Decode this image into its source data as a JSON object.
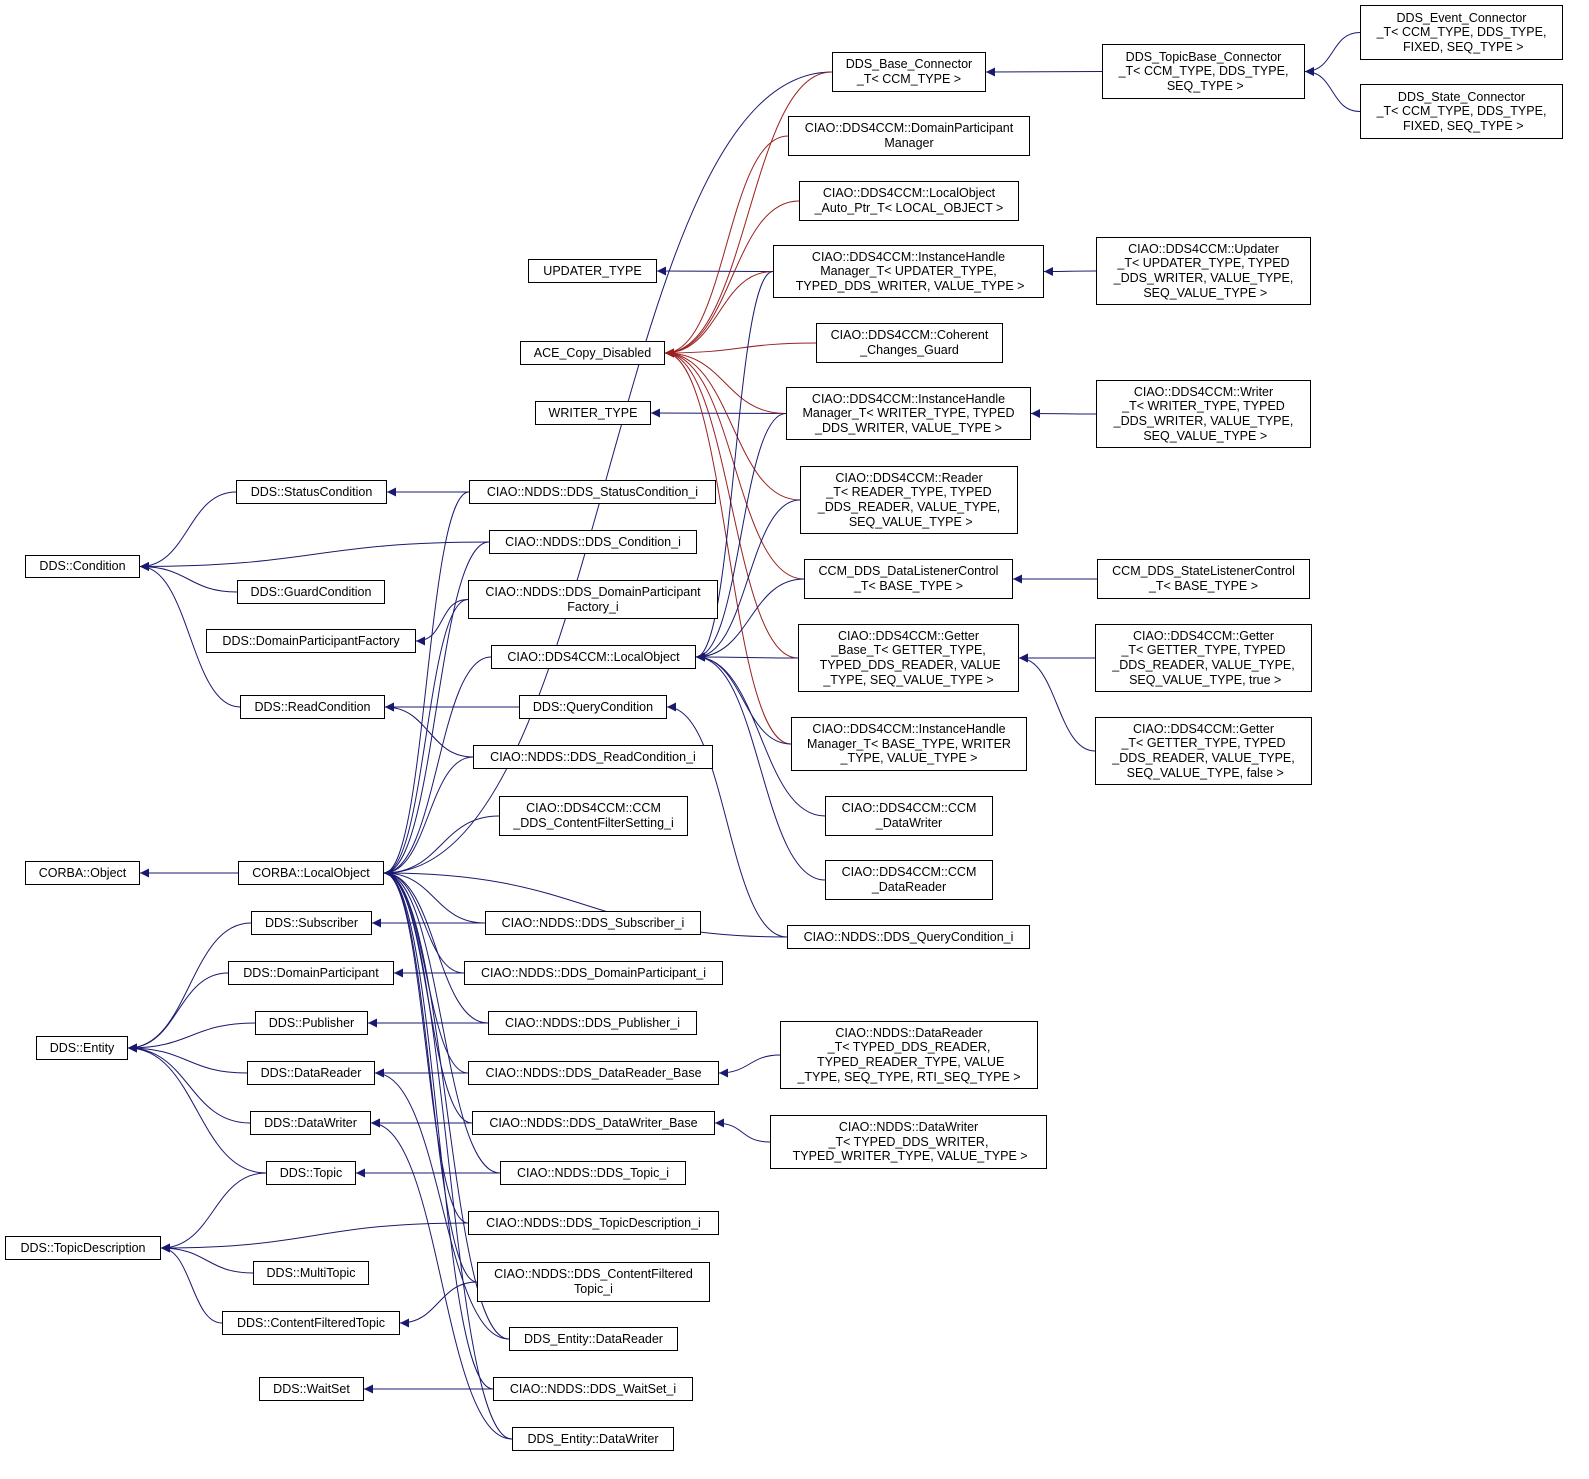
{
  "colors": {
    "inheritance": "#191970",
    "usage": "#9a2020",
    "node_border": "#000000"
  },
  "nodes": {
    "dds_condition": "DDS::Condition",
    "dds_statuscondition": "DDS::StatusCondition",
    "dds_guardcondition": "DDS::GuardCondition",
    "dds_dpfactory": "DDS::DomainParticipantFactory",
    "dds_readcondition": "DDS::ReadCondition",
    "corba_object": "CORBA::Object",
    "corba_localobject": "CORBA::LocalObject",
    "dds_subscriber": "DDS::Subscriber",
    "dds_domainparticipant": "DDS::DomainParticipant",
    "dds_publisher": "DDS::Publisher",
    "dds_entity": "DDS::Entity",
    "dds_datareader": "DDS::DataReader",
    "dds_datawriter": "DDS::DataWriter",
    "dds_topic": "DDS::Topic",
    "dds_topicdescription": "DDS::TopicDescription",
    "dds_multitopic": "DDS::MultiTopic",
    "dds_cftopic": "DDS::ContentFilteredTopic",
    "dds_waitset": "DDS::WaitSet",
    "updater_type": "UPDATER_TYPE",
    "ace_copy_disabled": "ACE_Copy_Disabled",
    "writer_type": "WRITER_TYPE",
    "ndds_statuscondition_i": "CIAO::NDDS::DDS_StatusCondition_i",
    "ndds_condition_i": "CIAO::NDDS::DDS_Condition_i",
    "ndds_dpfactory_i": "CIAO::NDDS::DDS_DomainParticipant\nFactory_i",
    "dds4ccm_localobject": "CIAO::DDS4CCM::LocalObject",
    "dds_querycondition": "DDS::QueryCondition",
    "ndds_readcondition_i": "CIAO::NDDS::DDS_ReadCondition_i",
    "ccm_cfsetting_i": "CIAO::DDS4CCM::CCM\n_DDS_ContentFilterSetting_i",
    "ndds_subscriber_i": "CIAO::NDDS::DDS_Subscriber_i",
    "ndds_domainparticipant_i": "CIAO::NDDS::DDS_DomainParticipant_i",
    "ndds_publisher_i": "CIAO::NDDS::DDS_Publisher_i",
    "ndds_datareader_base": "CIAO::NDDS::DDS_DataReader_Base",
    "ndds_datawriter_base": "CIAO::NDDS::DDS_DataWriter_Base",
    "ndds_topic_i": "CIAO::NDDS::DDS_Topic_i",
    "ndds_topicdescription_i": "CIAO::NDDS::DDS_TopicDescription_i",
    "ndds_cftopic_i": "CIAO::NDDS::DDS_ContentFiltered\nTopic_i",
    "entity_datareader": "DDS_Entity::DataReader",
    "ndds_waitset_i": "CIAO::NDDS::DDS_WaitSet_i",
    "entity_datawriter": "DDS_Entity::DataWriter",
    "dds_base_connector": "DDS_Base_Connector\n_T< CCM_TYPE >",
    "dp_manager": "CIAO::DDS4CCM::DomainParticipant\nManager",
    "lo_auto_ptr": "CIAO::DDS4CCM::LocalObject\n_Auto_Ptr_T< LOCAL_OBJECT >",
    "ihm_updater": "CIAO::DDS4CCM::InstanceHandle\nManager_T< UPDATER_TYPE,\n TYPED_DDS_WRITER, VALUE_TYPE >",
    "coherent_guard": "CIAO::DDS4CCM::Coherent\n_Changes_Guard",
    "ihm_writer": "CIAO::DDS4CCM::InstanceHandle\nManager_T< WRITER_TYPE, TYPED\n_DDS_WRITER, VALUE_TYPE >",
    "reader_t": "CIAO::DDS4CCM::Reader\n_T< READER_TYPE, TYPED\n_DDS_READER, VALUE_TYPE,\n SEQ_VALUE_TYPE >",
    "data_listener_ctrl": "CCM_DDS_DataListenerControl\n_T< BASE_TYPE >",
    "getter_base": "CIAO::DDS4CCM::Getter\n_Base_T< GETTER_TYPE,\n TYPED_DDS_READER, VALUE\n_TYPE, SEQ_VALUE_TYPE >",
    "ihm_base": "CIAO::DDS4CCM::InstanceHandle\nManager_T< BASE_TYPE, WRITER\n_TYPE, VALUE_TYPE >",
    "ccm_datawriter": "CIAO::DDS4CCM::CCM\n_DataWriter",
    "ccm_datareader": "CIAO::DDS4CCM::CCM\n_DataReader",
    "ndds_querycondition_i": "CIAO::NDDS::DDS_QueryCondition_i",
    "ndds_datareader_t": "CIAO::NDDS::DataReader\n_T< TYPED_DDS_READER,\n TYPED_READER_TYPE, VALUE\n_TYPE, SEQ_TYPE, RTI_SEQ_TYPE >",
    "ndds_datawriter_t": "CIAO::NDDS::DataWriter\n_T< TYPED_DDS_WRITER,\n TYPED_WRITER_TYPE, VALUE_TYPE >",
    "topicbase_connector": "DDS_TopicBase_Connector\n_T< CCM_TYPE, DDS_TYPE,\n SEQ_TYPE >",
    "updater_t": "CIAO::DDS4CCM::Updater\n_T< UPDATER_TYPE, TYPED\n_DDS_WRITER, VALUE_TYPE,\n SEQ_VALUE_TYPE >",
    "writer_t": "CIAO::DDS4CCM::Writer\n_T< WRITER_TYPE, TYPED\n_DDS_WRITER, VALUE_TYPE,\n SEQ_VALUE_TYPE >",
    "state_listener_ctrl": "CCM_DDS_StateListenerControl\n_T< BASE_TYPE >",
    "getter_true": "CIAO::DDS4CCM::Getter\n_T< GETTER_TYPE, TYPED\n_DDS_READER, VALUE_TYPE,\n SEQ_VALUE_TYPE, true >",
    "getter_false": "CIAO::DDS4CCM::Getter\n_T< GETTER_TYPE, TYPED\n_DDS_READER, VALUE_TYPE,\n SEQ_VALUE_TYPE, false >",
    "event_connector": "DDS_Event_Connector\n_T< CCM_TYPE, DDS_TYPE,\n FIXED, SEQ_TYPE >",
    "state_connector": "DDS_State_Connector\n_T< CCM_TYPE, DDS_TYPE,\n FIXED, SEQ_TYPE >"
  },
  "edges": [
    {
      "from": "dds_statuscondition",
      "to": "dds_condition",
      "kind": "inherit"
    },
    {
      "from": "ndds_condition_i",
      "to": "dds_condition",
      "kind": "inherit"
    },
    {
      "from": "dds_guardcondition",
      "to": "dds_condition",
      "kind": "inherit"
    },
    {
      "from": "dds_readcondition",
      "to": "dds_condition",
      "kind": "inherit"
    },
    {
      "from": "ndds_statuscondition_i",
      "to": "dds_statuscondition",
      "kind": "inherit"
    },
    {
      "from": "ndds_dpfactory_i",
      "to": "dds_dpfactory",
      "kind": "inherit"
    },
    {
      "from": "dds_querycondition",
      "to": "dds_readcondition",
      "kind": "inherit"
    },
    {
      "from": "ndds_readcondition_i",
      "to": "dds_readcondition",
      "kind": "inherit"
    },
    {
      "from": "corba_localobject",
      "to": "corba_object",
      "kind": "inherit"
    },
    {
      "from": "dds_subscriber",
      "to": "dds_entity",
      "kind": "inherit"
    },
    {
      "from": "dds_domainparticipant",
      "to": "dds_entity",
      "kind": "inherit"
    },
    {
      "from": "dds_publisher",
      "to": "dds_entity",
      "kind": "inherit"
    },
    {
      "from": "dds_datareader",
      "to": "dds_entity",
      "kind": "inherit"
    },
    {
      "from": "dds_datawriter",
      "to": "dds_entity",
      "kind": "inherit"
    },
    {
      "from": "dds_topic",
      "to": "dds_entity",
      "kind": "inherit"
    },
    {
      "from": "dds_topic",
      "to": "dds_topicdescription",
      "kind": "inherit"
    },
    {
      "from": "ndds_topicdescription_i",
      "to": "dds_topicdescription",
      "kind": "inherit"
    },
    {
      "from": "dds_multitopic",
      "to": "dds_topicdescription",
      "kind": "inherit"
    },
    {
      "from": "dds_cftopic",
      "to": "dds_topicdescription",
      "kind": "inherit"
    },
    {
      "from": "ndds_cftopic_i",
      "to": "dds_cftopic",
      "kind": "inherit"
    },
    {
      "from": "ndds_waitset_i",
      "to": "dds_waitset",
      "kind": "inherit"
    },
    {
      "from": "ndds_subscriber_i",
      "to": "dds_subscriber",
      "kind": "inherit"
    },
    {
      "from": "ndds_domainparticipant_i",
      "to": "dds_domainparticipant",
      "kind": "inherit"
    },
    {
      "from": "ndds_publisher_i",
      "to": "dds_publisher",
      "kind": "inherit"
    },
    {
      "from": "ndds_datareader_base",
      "to": "dds_datareader",
      "kind": "inherit"
    },
    {
      "from": "entity_datareader",
      "to": "dds_datareader",
      "kind": "inherit"
    },
    {
      "from": "ndds_datawriter_base",
      "to": "dds_datawriter",
      "kind": "inherit"
    },
    {
      "from": "entity_datawriter",
      "to": "dds_datawriter",
      "kind": "inherit"
    },
    {
      "from": "ndds_topic_i",
      "to": "dds_topic",
      "kind": "inherit"
    },
    {
      "from": "dds_base_connector",
      "to": "corba_localobject",
      "kind": "inherit"
    },
    {
      "from": "ndds_statuscondition_i",
      "to": "corba_localobject",
      "kind": "inherit"
    },
    {
      "from": "ndds_condition_i",
      "to": "corba_localobject",
      "kind": "inherit"
    },
    {
      "from": "ndds_dpfactory_i",
      "to": "corba_localobject",
      "kind": "inherit"
    },
    {
      "from": "dds4ccm_localobject",
      "to": "corba_localobject",
      "kind": "inherit"
    },
    {
      "from": "ndds_readcondition_i",
      "to": "corba_localobject",
      "kind": "inherit"
    },
    {
      "from": "ccm_cfsetting_i",
      "to": "corba_localobject",
      "kind": "inherit"
    },
    {
      "from": "ndds_querycondition_i",
      "to": "corba_localobject",
      "kind": "inherit"
    },
    {
      "from": "ndds_subscriber_i",
      "to": "corba_localobject",
      "kind": "inherit"
    },
    {
      "from": "ndds_domainparticipant_i",
      "to": "corba_localobject",
      "kind": "inherit"
    },
    {
      "from": "ndds_publisher_i",
      "to": "corba_localobject",
      "kind": "inherit"
    },
    {
      "from": "ndds_datareader_base",
      "to": "corba_localobject",
      "kind": "inherit"
    },
    {
      "from": "ndds_datawriter_base",
      "to": "corba_localobject",
      "kind": "inherit"
    },
    {
      "from": "ndds_topic_i",
      "to": "corba_localobject",
      "kind": "inherit"
    },
    {
      "from": "ndds_topicdescription_i",
      "to": "corba_localobject",
      "kind": "inherit"
    },
    {
      "from": "ndds_cftopic_i",
      "to": "corba_localobject",
      "kind": "inherit"
    },
    {
      "from": "entity_datareader",
      "to": "corba_localobject",
      "kind": "inherit"
    },
    {
      "from": "ndds_waitset_i",
      "to": "corba_localobject",
      "kind": "inherit"
    },
    {
      "from": "entity_datawriter",
      "to": "corba_localobject",
      "kind": "inherit"
    },
    {
      "from": "ndds_querycondition_i",
      "to": "dds_querycondition",
      "kind": "inherit"
    },
    {
      "from": "ihm_updater",
      "to": "updater_type",
      "kind": "inherit"
    },
    {
      "from": "ihm_writer",
      "to": "writer_type",
      "kind": "inherit"
    },
    {
      "from": "dds_base_connector",
      "to": "ace_copy_disabled",
      "kind": "usage"
    },
    {
      "from": "dp_manager",
      "to": "ace_copy_disabled",
      "kind": "usage"
    },
    {
      "from": "lo_auto_ptr",
      "to": "ace_copy_disabled",
      "kind": "usage"
    },
    {
      "from": "ihm_updater",
      "to": "ace_copy_disabled",
      "kind": "usage"
    },
    {
      "from": "coherent_guard",
      "to": "ace_copy_disabled",
      "kind": "usage"
    },
    {
      "from": "ihm_writer",
      "to": "ace_copy_disabled",
      "kind": "usage"
    },
    {
      "from": "reader_t",
      "to": "ace_copy_disabled",
      "kind": "usage"
    },
    {
      "from": "data_listener_ctrl",
      "to": "ace_copy_disabled",
      "kind": "usage"
    },
    {
      "from": "getter_base",
      "to": "ace_copy_disabled",
      "kind": "usage"
    },
    {
      "from": "ihm_base",
      "to": "ace_copy_disabled",
      "kind": "usage"
    },
    {
      "from": "ihm_updater",
      "to": "dds4ccm_localobject",
      "kind": "inherit"
    },
    {
      "from": "ihm_writer",
      "to": "dds4ccm_localobject",
      "kind": "inherit"
    },
    {
      "from": "reader_t",
      "to": "dds4ccm_localobject",
      "kind": "inherit"
    },
    {
      "from": "data_listener_ctrl",
      "to": "dds4ccm_localobject",
      "kind": "inherit"
    },
    {
      "from": "getter_base",
      "to": "dds4ccm_localobject",
      "kind": "inherit"
    },
    {
      "from": "ihm_base",
      "to": "dds4ccm_localobject",
      "kind": "inherit"
    },
    {
      "from": "ccm_datawriter",
      "to": "dds4ccm_localobject",
      "kind": "inherit"
    },
    {
      "from": "ccm_datareader",
      "to": "dds4ccm_localobject",
      "kind": "inherit"
    },
    {
      "from": "topicbase_connector",
      "to": "dds_base_connector",
      "kind": "inherit"
    },
    {
      "from": "event_connector",
      "to": "topicbase_connector",
      "kind": "inherit"
    },
    {
      "from": "state_connector",
      "to": "topicbase_connector",
      "kind": "inherit"
    },
    {
      "from": "updater_t",
      "to": "ihm_updater",
      "kind": "inherit"
    },
    {
      "from": "writer_t",
      "to": "ihm_writer",
      "kind": "inherit"
    },
    {
      "from": "state_listener_ctrl",
      "to": "data_listener_ctrl",
      "kind": "inherit"
    },
    {
      "from": "getter_true",
      "to": "getter_base",
      "kind": "inherit"
    },
    {
      "from": "getter_false",
      "to": "getter_base",
      "kind": "inherit"
    },
    {
      "from": "ndds_datareader_t",
      "to": "ndds_datareader_base",
      "kind": "inherit"
    },
    {
      "from": "ndds_datawriter_t",
      "to": "ndds_datawriter_base",
      "kind": "inherit"
    }
  ]
}
